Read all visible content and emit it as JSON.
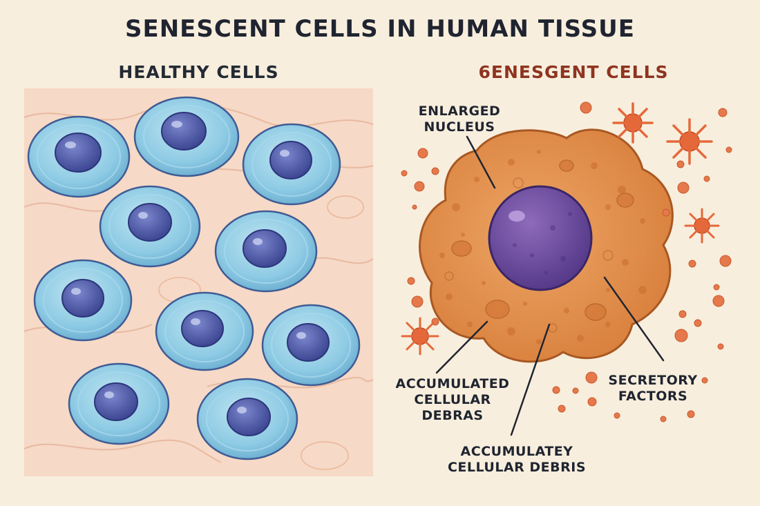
{
  "title": "SENESCENT CELLS IN HUMAN TISSUE",
  "panels": {
    "healthy": {
      "heading": "HEALTHY CELLS"
    },
    "senescent": {
      "heading": "6ENESGENT CELLS"
    }
  },
  "labels": {
    "enlarged_nucleus": [
      "ENLARGED",
      "NUCLEUS"
    ],
    "accumulated_debras": [
      "ACCUMULATED",
      "CELLULAR",
      "DEBRAS"
    ],
    "secretory_factors": [
      "SECRETORY",
      "FACTORS"
    ],
    "accumulatey_debris": [
      "ACCUMULATEY",
      "CELLULAR DEBRIS"
    ]
  },
  "colors": {
    "healthy_cell": "#8ecbe4",
    "healthy_nucleus": "#4f5aa6",
    "senescent_cell": "#e59552",
    "senescent_nucleus": "#6e4c9b",
    "secretory_factor": "#e06a3e",
    "tissue": "#f6d9c6"
  }
}
